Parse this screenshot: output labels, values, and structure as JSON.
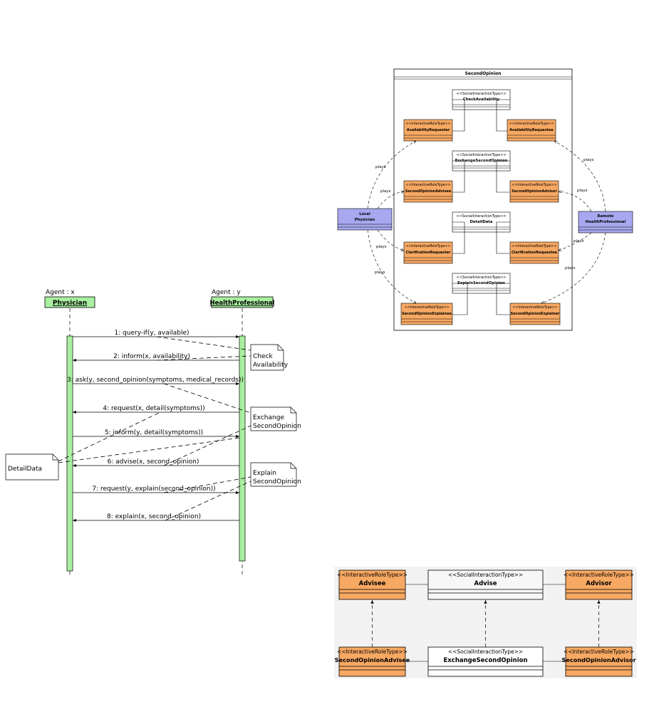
{
  "sequence": {
    "agent_left_label": "Agent : x",
    "agent_right_label": "Agent : y",
    "role_left": "Physician",
    "role_right": "HealthProfessional",
    "messages": [
      "1: query-if(y, available)",
      "2: inform(x, availability)",
      "3: ask(y, second_opinion(symptoms, medical_records))",
      "4: request(x, detail(symptoms))",
      "5: inform(y, detail(symptoms))",
      "6: advise(x, second_opinion)",
      "7: request(y, explain(second_opinion))",
      "8: explain(x, second_opinion)"
    ],
    "notes": {
      "check": [
        "Check",
        "Availability"
      ],
      "exchange": [
        "Exchange",
        "SecondOpinion"
      ],
      "detail": [
        "DetailData"
      ],
      "explain": [
        "Explain",
        "SecondOpinion"
      ]
    }
  },
  "second_opinion_diagram": {
    "title": "SecondOpinion",
    "social_stereotype": "<<SocialInteractionType>>",
    "role_stereotype": "<<InteractiveRoleType>>",
    "interactions": [
      "CheckAvailability",
      "ExchangeSecondOpinion",
      "DetailData",
      "ExplainSecondOpinion"
    ],
    "left_roles": [
      "AvailabilityRequester",
      "SecondOpinionAdvisee",
      "ClarificationRequester",
      "SecondOpinionExplainee"
    ],
    "right_roles": [
      "AvailabilityRequestee",
      "SecondOpinionAdvisor",
      "ClarificationRequestee",
      "SecondOpinionExplainer"
    ],
    "local_agent": [
      "Local",
      "Physician"
    ],
    "remote_agent": [
      "Remote",
      "HealthProfessional"
    ],
    "plays_label": "plays"
  },
  "advise_diagram": {
    "social_stereotype": "<<SocialInteractionType>>",
    "role_stereotype": "<<InteractiveRoleType>>",
    "top": {
      "left": "Advisee",
      "center": "Advise",
      "right": "Advisor"
    },
    "bottom": {
      "left": "SecondOpinionAdvisee",
      "center": "ExchangeSecondOpinion",
      "right": "SecondOpinionAdvisor"
    }
  },
  "colors": {
    "lifeline_green": "#a9f0a0",
    "role_orange": "#f7a862",
    "agent_purple": "#a8a8f0",
    "background_grey": "#f2f2f2"
  }
}
